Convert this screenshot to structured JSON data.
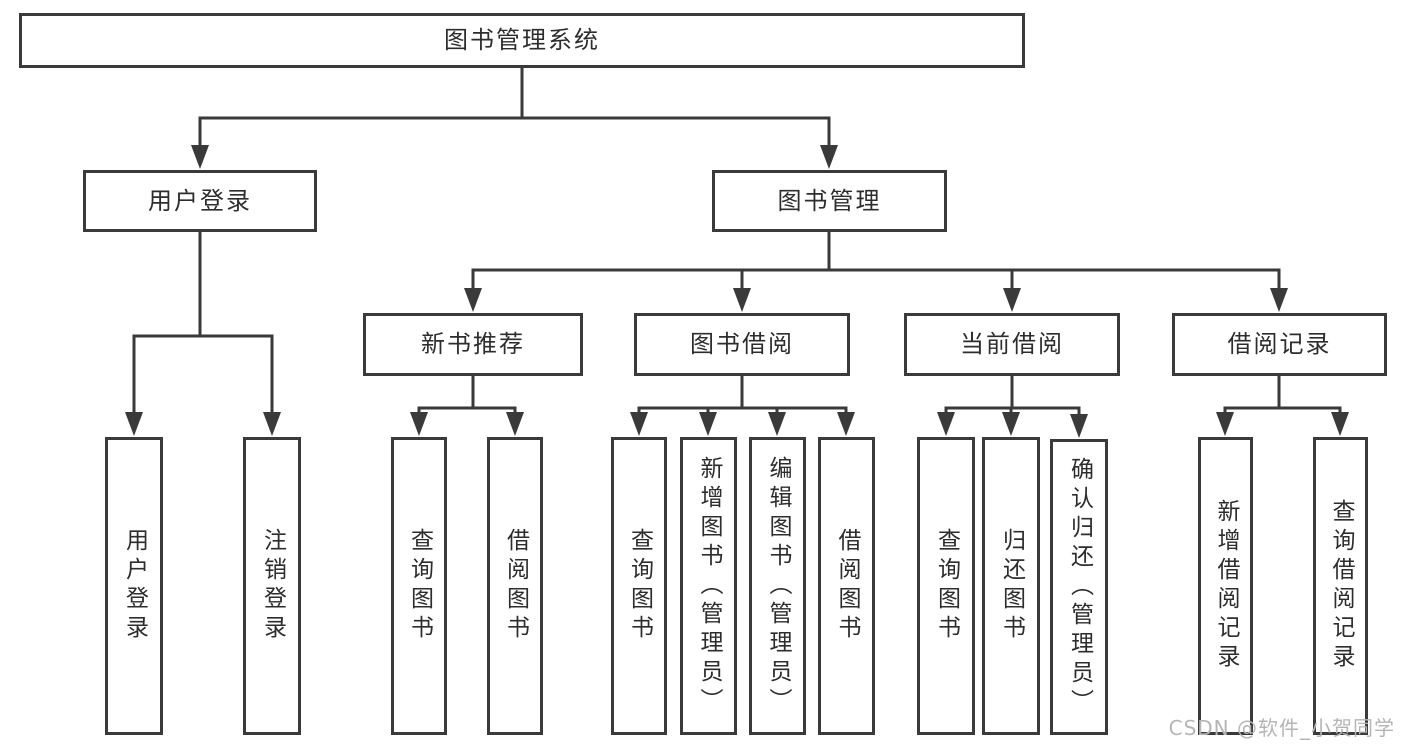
{
  "diagram_title": "图书管理系统",
  "nodes": {
    "root": {
      "label": "图书管理系统"
    },
    "l2": [
      {
        "label": "用户登录"
      },
      {
        "label": "图书管理"
      }
    ],
    "l3": [
      {
        "label": "新书推荐",
        "parent": "图书管理"
      },
      {
        "label": "图书借阅",
        "parent": "图书管理"
      },
      {
        "label": "当前借阅",
        "parent": "图书管理"
      },
      {
        "label": "借阅记录",
        "parent": "图书管理"
      }
    ],
    "leaves": [
      {
        "label": "用户登录",
        "parent": "用户登录"
      },
      {
        "label": "注销登录",
        "parent": "用户登录"
      },
      {
        "label": "查询图书",
        "parent": "新书推荐"
      },
      {
        "label": "借阅图书",
        "parent": "新书推荐"
      },
      {
        "label": "查询图书",
        "parent": "图书借阅"
      },
      {
        "label": "新增图书（管理员）",
        "parent": "图书借阅"
      },
      {
        "label": "编辑图书（管理员）",
        "parent": "图书借阅"
      },
      {
        "label": "借阅图书",
        "parent": "图书借阅"
      },
      {
        "label": "查询图书",
        "parent": "当前借阅"
      },
      {
        "label": "归还图书",
        "parent": "当前借阅"
      },
      {
        "label": "确认归还（管理员）",
        "parent": "当前借阅"
      },
      {
        "label": "新增借阅记录",
        "parent": "借阅记录"
      },
      {
        "label": "查询借阅记录",
        "parent": "借阅记录"
      }
    ]
  },
  "watermark": {
    "text": "CSDN @软件_小贺同学"
  },
  "colors": {
    "line": "#3a3a3a",
    "text": "#2d2d2d",
    "watermark": "#b5b5b5",
    "background": "#ffffff"
  }
}
